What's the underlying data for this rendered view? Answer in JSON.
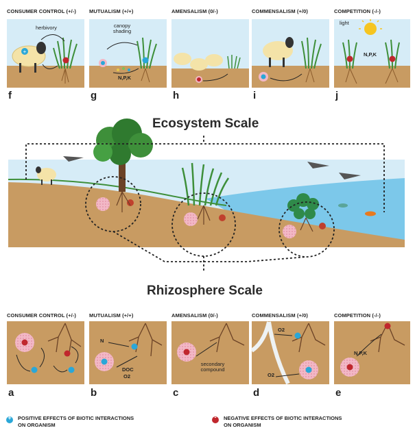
{
  "top_panels": [
    {
      "title": "CONSUMER CONTROL (+/-)",
      "letter": "f",
      "annotation": "herbivory"
    },
    {
      "title": "MUTUALISM (+/+)",
      "letter": "g",
      "annotation": "canopy shading",
      "annotation2": "N,P,K"
    },
    {
      "title": "AMENSALISM (0/-)",
      "letter": "h"
    },
    {
      "title": "COMMENSALISM (+/0)",
      "letter": "i"
    },
    {
      "title": "COMPETITION (-/-)",
      "letter": "j",
      "annotation": "light",
      "annotation2": "N,P,K"
    }
  ],
  "ecosystem_title": "Ecosystem Scale",
  "rhizosphere_title": "Rhizosphere Scale",
  "bottom_panels": [
    {
      "title": "CONSUMER CONTROL (+/-)",
      "letter": "a"
    },
    {
      "title": "MUTUALISM (+/+)",
      "letter": "b",
      "annotation": "N",
      "annotation2": "DOC",
      "annotation3": "O2"
    },
    {
      "title": "AMENSALISM (0/-)",
      "letter": "c",
      "annotation": "secondary compound"
    },
    {
      "title": "COMMENSALISM (+/0)",
      "letter": "d",
      "annotation": "O2",
      "annotation2": "O2"
    },
    {
      "title": "COMPETITION (-/-)",
      "letter": "e",
      "annotation": "N,P,K"
    }
  ],
  "legend": {
    "positive": "POSITIVE EFFECTS OF BIOTIC INTERACTIONS ON ORGANISM",
    "negative": "NEGATIVE EFFECTS OF BIOTIC INTERACTIONS ON ORGANISM",
    "positive_symbol": "+",
    "negative_symbol": "-"
  },
  "colors": {
    "sky": "#d6ecf7",
    "soil": "#c89b62",
    "soil_dark": "#a97840",
    "grass": "#3e8f3a",
    "water": "#7cc8ea",
    "positive": "#2aa7d8",
    "negative": "#c0272d",
    "microbe": "#f2b8c6"
  }
}
